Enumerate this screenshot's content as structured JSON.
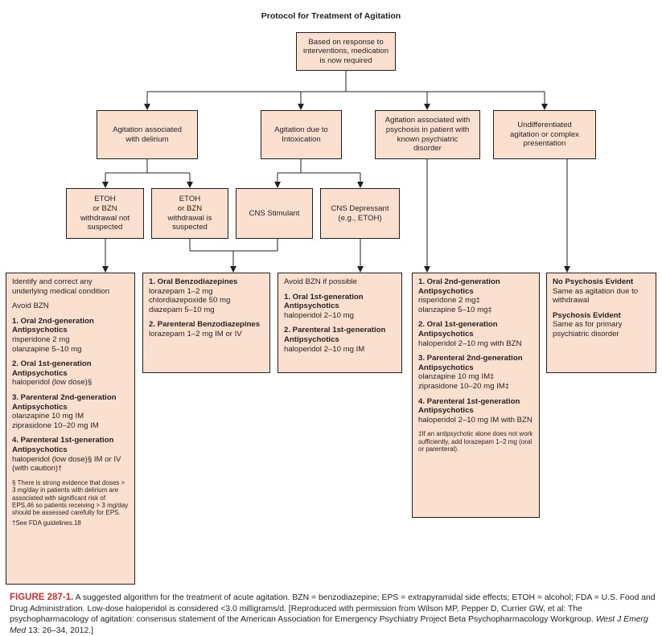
{
  "title": "Protocol for Treatment of Agitation",
  "nodes": {
    "root": "Based on response to\ninterventions, medication\nis now required",
    "delirium": "Agitation associated\nwith delirium",
    "intox": "Agitation due to\nIntoxication",
    "psychosis": "Agitation associated with\npsychosis in patient with\nknown psychiatric\ndisorder",
    "undiff": "Undifferentiated\nagitation or complex\npresentation",
    "etoh_not": "ETOH\nor BZN\nwithdrawal not\nsuspected",
    "etoh_is": "ETOH\nor BZN\nwithdrawal is\nsuspected",
    "cns_stim": "CNS Stimulant",
    "cns_dep": "CNS Depressant\n(e.g., ETOH)"
  },
  "box1": {
    "intro": "Identify and correct any underlying medical condition",
    "avoid": "Avoid BZN",
    "s1h": "1. Oral 2nd-generation Antipsychotics",
    "s1a": "risperidone 2 mg",
    "s1b": "olanzapine 5–10 mg",
    "s2h": "2. Oral 1st-generation Antipsychotics",
    "s2a": "haloperidol (low dose)§",
    "s3h": "3. Parenteral 2nd-generation Antipsychotics",
    "s3a": "olanzapine 10 mg IM",
    "s3b": "ziprasidone 10–20 mg IM",
    "s4h": "4. Parenteral 1st-generation Antipsychotics",
    "s4a": "haloperidol (low dose)§ IM or IV (with caution)†",
    "fn1": "§ There is strong evidence that doses > 3 mg/day in patients with delirium are associated with significant risk of EPS,46 so patients receiving > 3 mg/day should be assessed carefully for EPS.",
    "fn2": "†See FDA guidelines.18"
  },
  "box2": {
    "s1h": "1. Oral Benzodiazepines",
    "s1a": "lorazepam 1–2 mg",
    "s1b": "chlordiazepoxide 50 mg",
    "s1c": "diazepam 5–10 mg",
    "s2h": "2. Parenteral Benzodiazepines",
    "s2a": "lorazepam 1–2 mg IM or IV"
  },
  "box3": {
    "intro": "Avoid BZN if possible",
    "s1h": "1. Oral 1st-generation Antipsychotics",
    "s1a": "haloperidol 2–10 mg",
    "s2h": "2. Parenteral 1st-generation Antipsychotics",
    "s2a": "haloperidol 2–10 mg IM"
  },
  "box4": {
    "s1h": "1. Oral 2nd-generation Antipsychotics",
    "s1a": "risperidone 2 mg‡",
    "s1b": "olanzapine 5–10 mg‡",
    "s2h": "2. Oral 1st-generation Antipsychotics",
    "s2a": "haloperidol 2–10 mg with BZN",
    "s3h": "3. Parenteral 2nd-generation Antipsychotics",
    "s3a": "olanzapine 10 mg IM‡",
    "s3b": "ziprasidone 10–20 mg IM‡",
    "s4h": "4. Parenteral 1st-generation Antipsychotics",
    "s4a": "haloperidol 2–10 mg IM with BZN",
    "fn": "‡If an antipsychotic alone does not work sufficiently, add lorazepam 1–2 mg (oral or parenteral)."
  },
  "box5": {
    "s1h": "No Psychosis Evident",
    "s1a": "Same as agitation due to withdrawal",
    "s2h": "Psychosis Evident",
    "s2a": "Same as for primary psychiatric disorder"
  },
  "caption": {
    "label": "FIGURE 287-1.",
    "text": "A suggested algorithm for the treatment of acute agitation. BZN = benzodiazepine; EPS = extrapyramidal side effects; ETOH = alcohol; FDA = U.S. Food and Drug Administration. Low-dose haloperidol is considered <3.0 milligrams/d. [Reproduced with permission from Wilson MP, Pepper D, Currier GW, et al: The psychopharmacology of agitation: consensus statement of the American Association for Emergency Psychiatry Project Beta Psychopharmacology Workgroup.",
    "journal": "West J Emerg Med",
    "cite": "13: 26–34, 2012.]"
  }
}
